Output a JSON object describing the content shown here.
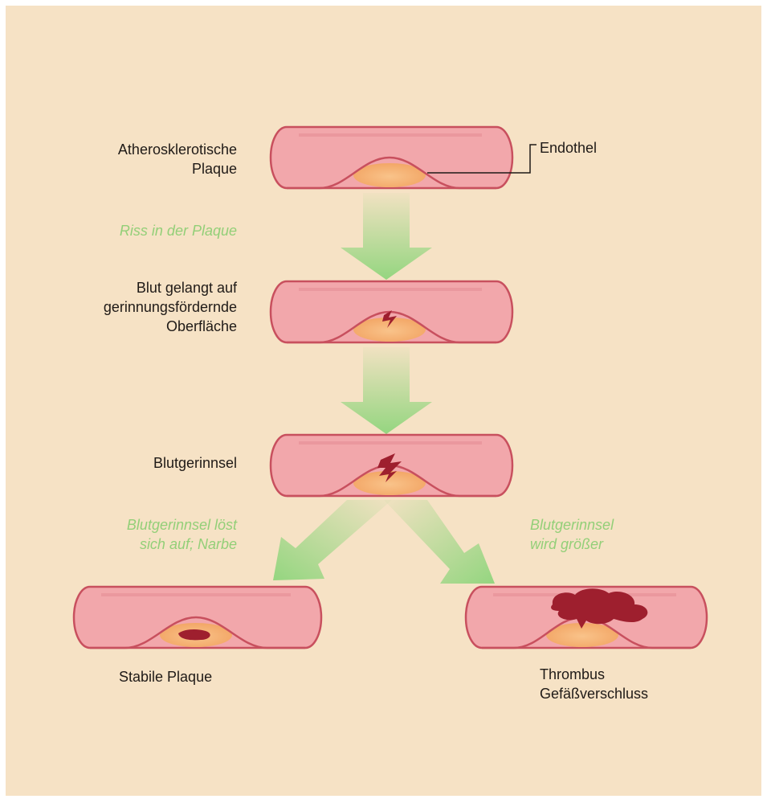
{
  "stages": {
    "plaque": "Atherosklerotische\nPlaque",
    "endothel": "Endothel",
    "surface": "Blut gelangt auf\ngerinnungsfördernde\nOberfläche",
    "clot": "Blutgerinnsel",
    "stable": "Stabile Plaque",
    "thrombus": "Thrombus\nGefäßverschluss"
  },
  "transitions": {
    "rupture": "Riss in der Plaque",
    "dissolve": "Blutgerinnsel löst\nsich auf; Narbe",
    "grow": "Blutgerinnsel\nwird größer"
  },
  "colors": {
    "background": "#f6e2c5",
    "vessel_fill": "#f2a7ab",
    "vessel_wall": "#c8505e",
    "plaque": "#f5b071",
    "clot": "#9e1f2e",
    "arrow": "#8fd57c",
    "transition_text": "#93cf78"
  }
}
